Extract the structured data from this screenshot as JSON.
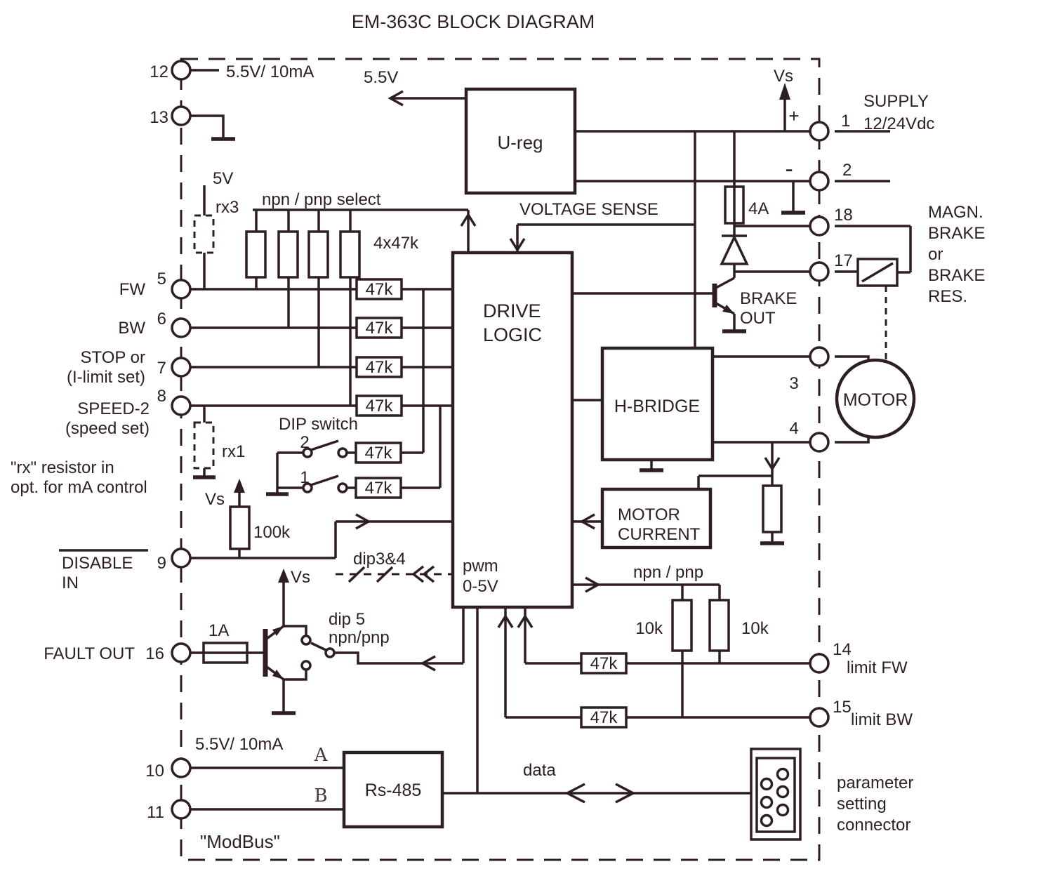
{
  "title": "EM-363C  BLOCK DIAGRAM",
  "colors": {
    "ink": "#2e1e22",
    "bg": "#ffffff"
  },
  "terminals": {
    "n1": "1",
    "n2": "2",
    "n3": "3",
    "n4": "4",
    "n5": "5",
    "n6": "6",
    "n7": "7",
    "n8": "8",
    "n9": "9",
    "n10": "10",
    "n11": "11",
    "n12": "12",
    "n13": "13",
    "n14": "14",
    "n15": "15",
    "n16": "16",
    "n17": "17",
    "n18": "18"
  },
  "blocks": {
    "ureg": "U-reg",
    "drive": "DRIVE",
    "logic": "LOGIC",
    "pwm": "pwm",
    "pwm_range": "0-5V",
    "hbridge": "H-BRIDGE",
    "motor": "MOTOR",
    "motor_cur1": "MOTOR",
    "motor_cur2": "CURRENT",
    "rs485": "Rs-485"
  },
  "labels": {
    "supply1": "SUPPLY",
    "supply2": "12/24Vdc",
    "plus": "+",
    "minus": "-",
    "vs": "Vs",
    "v55": "5.5V",
    "v55_10ma": "5.5V/ 10mA",
    "v5": "5V",
    "rx3": "rx3",
    "rx1": "rx1",
    "npn_pnp_select": "npn / pnp  select",
    "x4_47k": "4x47k",
    "r47k": "47k",
    "r10k": "10k",
    "r100k": "100k",
    "fuse_4a": "4A",
    "fuse_1a": "1A",
    "voltage_sense": "VOLTAGE SENSE",
    "dip_switch": "DIP switch",
    "dip_2": "2",
    "dip_1": "1",
    "dip34": "dip3&4",
    "dip5": "dip 5",
    "dip5_npn": "npn/pnp",
    "brake": "BRAKE",
    "out": "OUT",
    "magn": "MAGN.",
    "or": "or",
    "res": "RES.",
    "npn_pnp": "npn / pnp",
    "fw": "FW",
    "bw": "BW",
    "stop": "STOP or",
    "stop2": "(I-limit set)",
    "speed": "SPEED-2",
    "speed2": "(speed set)",
    "disable": "DISABLE",
    "in_": "IN",
    "fault_out": "FAULT OUT",
    "rx_note1": "\"rx\" resistor in",
    "rx_note2": "opt. for mA control",
    "a": "A",
    "b": "B",
    "modbus": "\"ModBus\"",
    "data": "data",
    "param1": "parameter",
    "param2": "setting",
    "param3": "connector",
    "limit_fw": "limit FW",
    "limit_bw": "limit BW"
  }
}
